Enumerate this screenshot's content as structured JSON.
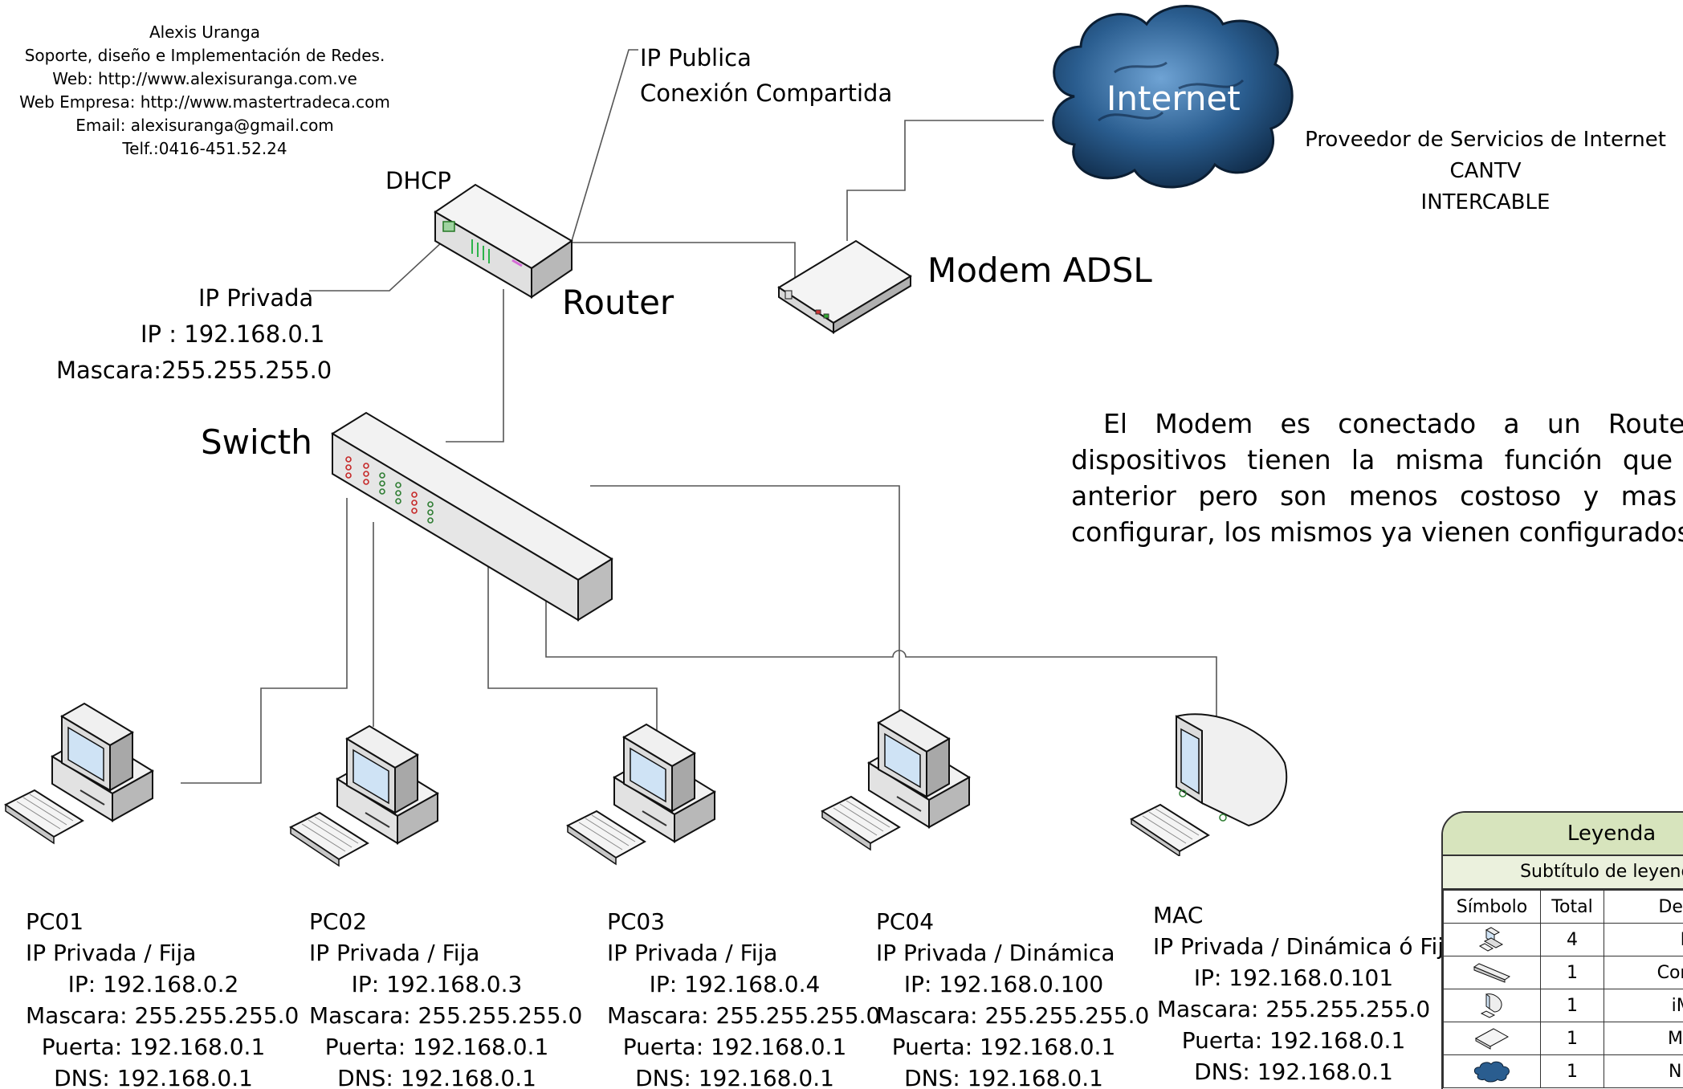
{
  "author": {
    "name": "Alexis Uranga",
    "role": "Soporte, diseño e Implementación de Redes.",
    "web": "Web: http://www.alexisuranga.com.ve",
    "web_empresa": "Web Empresa: http://www.mastertradeca.com",
    "email": "Email: alexisuranga@gmail.com",
    "phone": "Telf.:0416-451.52.24"
  },
  "labels": {
    "dhcp": "DHCP",
    "router": "Router",
    "modem": "Modem ADSL",
    "switch": "Swicth",
    "internet": "Internet",
    "ip_publica": "IP Publica",
    "conexion_compartida": "Conexión Compartida",
    "ip_privada": "IP Privada",
    "router_ip": "IP : 192.168.0.1",
    "router_mask": "Mascara:255.255.255.0"
  },
  "isp": {
    "title": "Proveedor de Servicios de Internet",
    "line1": "CANTV",
    "line2": "INTERCABLE"
  },
  "description": "El Modem es conectado a un Router es dispositivos tienen la misma función que el d anterior pero son menos costoso y mas fácil configurar, los mismos ya vienen configurados.",
  "computers": [
    {
      "name": "PC01",
      "type": "IP Privada / Fija",
      "ip": "IP: 192.168.0.2",
      "mask": "Mascara: 255.255.255.0",
      "gateway": "Puerta: 192.168.0.1",
      "dns": "DNS: 192.168.0.1"
    },
    {
      "name": "PC02",
      "type": "IP Privada / Fija",
      "ip": "IP: 192.168.0.3",
      "mask": "Mascara: 255.255.255.0",
      "gateway": "Puerta: 192.168.0.1",
      "dns": "DNS: 192.168.0.1"
    },
    {
      "name": "PC03",
      "type": "IP Privada / Fija",
      "ip": "IP: 192.168.0.4",
      "mask": "Mascara: 255.255.255.0",
      "gateway": "Puerta: 192.168.0.1",
      "dns": "DNS: 192.168.0.1"
    },
    {
      "name": "PC04",
      "type": "IP Privada / Dinámica",
      "ip": "IP: 192.168.0.100",
      "mask": "Mascara: 255.255.255.0",
      "gateway": "Puerta: 192.168.0.1",
      "dns": "DNS: 192.168.0.1"
    },
    {
      "name": "MAC",
      "type": "IP Privada / Dinámica ó Fija",
      "ip": "IP: 192.168.0.101",
      "mask": "Mascara: 255.255.255.0",
      "gateway": "Puerta: 192.168.0.1",
      "dns": "DNS: 192.168.0.1"
    }
  ],
  "legend": {
    "title": "Leyenda",
    "subtitle": "Subtítulo de leyenda",
    "headers": {
      "symbol": "Símbolo",
      "total": "Total",
      "description": "Descrip"
    },
    "rows": [
      {
        "icon": "pc-icon",
        "total": "4",
        "description": "PC"
      },
      {
        "icon": "switch-icon",
        "total": "1",
        "description": "Conmut"
      },
      {
        "icon": "imac-icon",
        "total": "1",
        "description": "iMac"
      },
      {
        "icon": "modem-icon",
        "total": "1",
        "description": "Móde"
      },
      {
        "icon": "cloud-icon",
        "total": "1",
        "description": "Nube"
      }
    ]
  },
  "colors": {
    "legend_header": "#d7e4bd",
    "legend_subheader": "#ebf1dd",
    "cloud": "#1f4e79",
    "wire": "#555555"
  }
}
